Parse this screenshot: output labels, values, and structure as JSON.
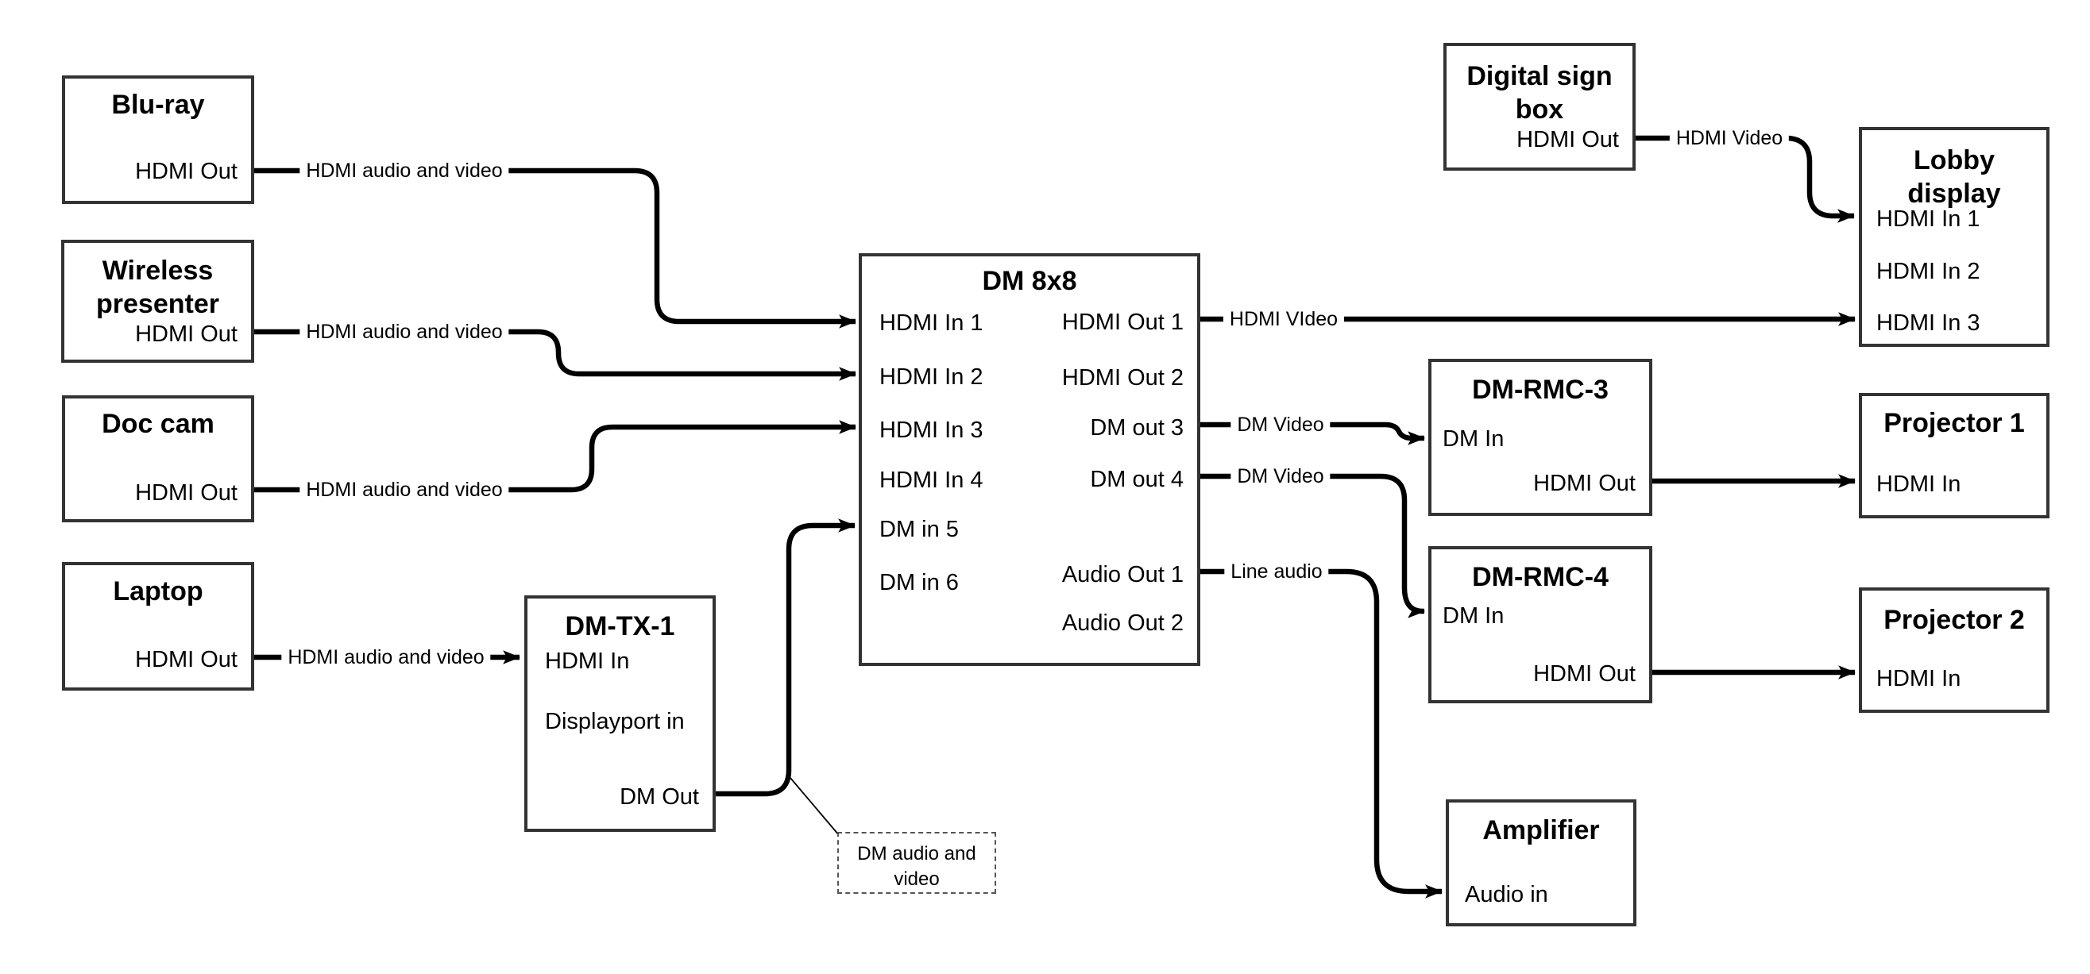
{
  "diagram": {
    "colors": {
      "background": "#ffffff",
      "line": "#000000",
      "box_border": "#333333",
      "text": "#000000"
    },
    "nodes": {
      "bluray": {
        "title": "Blu-ray",
        "ports": {
          "hdmi_out": "HDMI Out"
        }
      },
      "wireless": {
        "title": "Wireless\npresenter",
        "ports": {
          "hdmi_out": "HDMI Out"
        }
      },
      "doccam": {
        "title": "Doc cam",
        "ports": {
          "hdmi_out": "HDMI Out"
        }
      },
      "laptop": {
        "title": "Laptop",
        "ports": {
          "hdmi_out": "HDMI Out"
        }
      },
      "dmtx1": {
        "title": "DM-TX-1",
        "ports": {
          "hdmi_in": "HDMI In",
          "displayport_in": "Displayport in",
          "dm_out": "DM Out"
        }
      },
      "dm8x8": {
        "title": "DM 8x8",
        "ports": {
          "in1": "HDMI In 1",
          "in2": "HDMI In 2",
          "in3": "HDMI In 3",
          "in4": "HDMI In 4",
          "in5": "DM in 5",
          "in6": "DM in 6",
          "out1": "HDMI Out 1",
          "out2": "HDMI Out 2",
          "out3": "DM out 3",
          "out4": "DM out 4",
          "audio_out1": "Audio Out 1",
          "audio_out2": "Audio Out 2"
        }
      },
      "digitalsign": {
        "title": "Digital sign\nbox",
        "ports": {
          "hdmi_out": "HDMI Out"
        }
      },
      "lobby": {
        "title": "Lobby\ndisplay",
        "ports": {
          "in1": "HDMI In 1",
          "in2": "HDMI In 2",
          "in3": "HDMI In 3"
        }
      },
      "dmrmc3": {
        "title": "DM-RMC-3",
        "ports": {
          "dm_in": "DM In",
          "hdmi_out": "HDMI Out"
        }
      },
      "proj1": {
        "title": "Projector 1",
        "ports": {
          "hdmi_in": "HDMI In"
        }
      },
      "dmrmc4": {
        "title": "DM-RMC-4",
        "ports": {
          "dm_in": "DM In",
          "hdmi_out": "HDMI Out"
        }
      },
      "proj2": {
        "title": "Projector 2",
        "ports": {
          "hdmi_in": "HDMI In"
        }
      },
      "amplifier": {
        "title": "Amplifier",
        "ports": {
          "audio_in": "Audio in"
        }
      }
    },
    "connections": {
      "bluray_to_dm8x8": {
        "label": "HDMI audio and video"
      },
      "wireless_to_dm8x8": {
        "label": "HDMI audio and video"
      },
      "doccam_to_dm8x8": {
        "label": "HDMI audio and video"
      },
      "laptop_to_dmtx1": {
        "label": "HDMI audio and video"
      },
      "dm8x8_out1_to_lobby": {
        "label": "HDMI VIdeo"
      },
      "dm8x8_out3_to_dmrmc3": {
        "label": "DM Video"
      },
      "dm8x8_out4_to_dmrmc4": {
        "label": "DM Video"
      },
      "dm8x8_audio_to_amp": {
        "label": "Line audio"
      },
      "digitalsign_to_lobby": {
        "label": "HDMI Video"
      }
    },
    "note": {
      "text": "DM audio and\nvideo"
    }
  }
}
